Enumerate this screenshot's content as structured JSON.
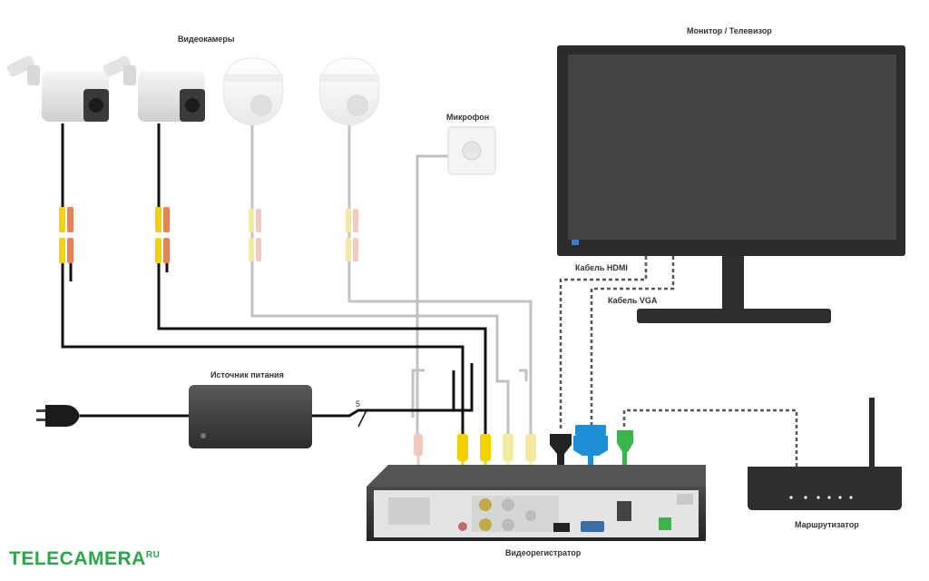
{
  "labels": {
    "cameras": "Видеокамеры",
    "monitor": "Монитор / Телевизор",
    "microphone": "Микрофон",
    "hdmi_cable": "Кабель HDMI",
    "vga_cable": "Кабель VGA",
    "power_supply": "Источник питания",
    "router": "Маршрутизатор",
    "dvr": "Видеорегистратор",
    "wire_count": "5"
  },
  "logo": {
    "text": "TELECAMERA",
    "suffix": "RU"
  },
  "colors": {
    "logo": "#2aa748",
    "video_cable": "#f2d200",
    "hdmi_cable": "#222222",
    "vga_cable": "#1e8fd6",
    "ethernet_cable": "#39b54a",
    "active_wire": "#111111",
    "inactive_wire": "#bdbdbd"
  },
  "icons": [
    "bullet-camera-icon",
    "dome-camera-icon",
    "monitor-icon",
    "microphone-icon",
    "power-plug-icon",
    "router-icon"
  ]
}
